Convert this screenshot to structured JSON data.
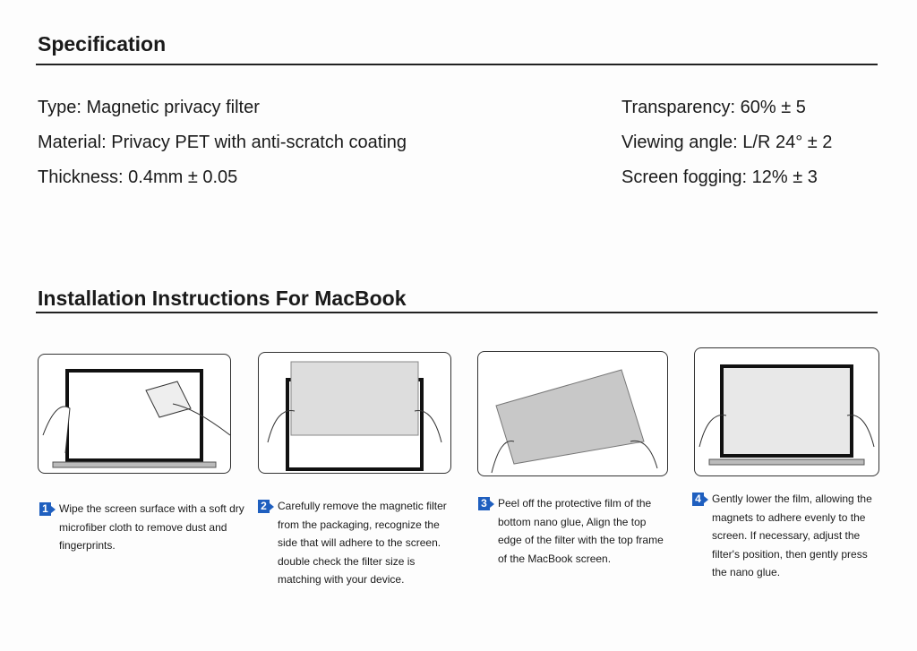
{
  "specification": {
    "title": "Specification",
    "left": [
      "Type: Magnetic privacy filter",
      "Material: Privacy PET with anti-scratch coating",
      "Thickness: 0.4mm ± 0.05"
    ],
    "right": [
      "Transparency: 60% ± 5",
      "Viewing angle: L/R 24° ± 2",
      "Screen fogging: 12% ± 3"
    ]
  },
  "installation": {
    "title": "Installation Instructions For MacBook",
    "steps": [
      {
        "num": "1",
        "text": "Wipe the screen surface with a soft dry microfiber cloth to remove dust and fingerprints."
      },
      {
        "num": "2",
        "text": "Carefully remove the magnetic filter from the packaging, recognize the side that will adhere to the screen. double check the filter size is matching with your device."
      },
      {
        "num": "3",
        "text": "Peel off the protective film of the bottom nano glue, Align the top edge of the filter with the top frame of the MacBook screen."
      },
      {
        "num": "4",
        "text": "Gently lower the film, allowing the magnets to adhere evenly to the screen. If necessary, adjust the filter's position, then gently press the nano glue."
      }
    ]
  },
  "colors": {
    "accent": "#1f5fbf"
  }
}
